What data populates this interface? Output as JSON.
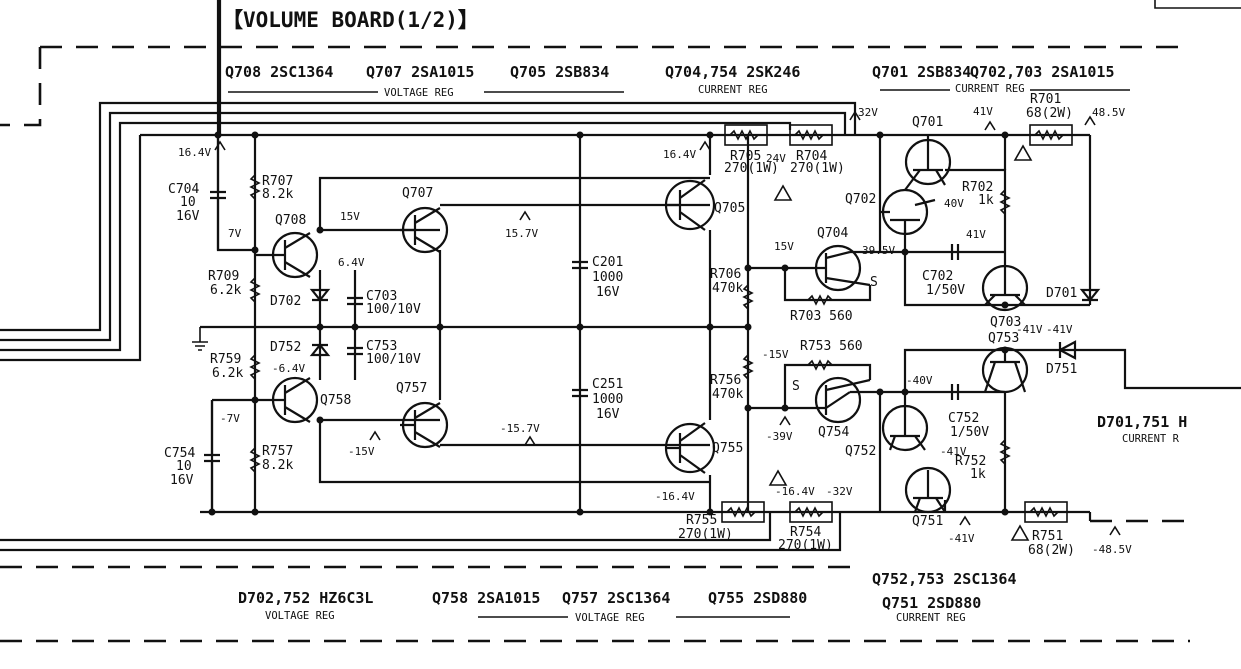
{
  "title": "【VOLUME BOARD(1/2)】",
  "headers": {
    "q708": "Q708 2SC1364",
    "q707": "Q707 2SA1015",
    "q705": "Q705 2SB834",
    "voltage_reg_top": "VOLTAGE REG",
    "q704_754": "Q704,754 2SK246",
    "current_reg_mid": "CURRENT REG",
    "q701": "Q701 2SB834",
    "q702_703": "Q702,703 2SA1015",
    "current_reg_right": "CURRENT REG",
    "d701_751": "D701,751 H",
    "current_reg_edge": "CURRENT R",
    "d702_752": "D702,752 HZ6C3L",
    "voltage_reg_left": "VOLTAGE REG",
    "q758": "Q758 2SA1015",
    "q757": "Q757 2SC1364",
    "q755": "Q755 2SD880",
    "voltage_reg_bottom": "VOLTAGE REG",
    "q752_753": "Q752,753 2SC1364",
    "q751": "Q751 2SD880",
    "current_reg_bottom": "CURRENT REG"
  },
  "components": {
    "c704": [
      "C704",
      "10",
      "16V"
    ],
    "r707": [
      "R707",
      "8.2k"
    ],
    "r709": [
      "R709",
      "6.2k"
    ],
    "r759": [
      "R759",
      "6.2k"
    ],
    "c754": [
      "C754",
      "10",
      "16V"
    ],
    "r757": [
      "R757",
      "8.2k"
    ],
    "q708": "Q708",
    "q707": "Q707",
    "q758": "Q758",
    "q757": "Q757",
    "d702": "D702",
    "d752": "D752",
    "c703": [
      "C703",
      "100/10V"
    ],
    "c753": [
      "C753",
      "100/10V"
    ],
    "c201": [
      "C201",
      "1000",
      "16V"
    ],
    "c251": [
      "C251",
      "1000",
      "16V"
    ],
    "q705": "Q705",
    "q755": "Q755",
    "r705": [
      "R705",
      "270(1W)"
    ],
    "r704": [
      "R704",
      "270(1W)"
    ],
    "r755": [
      "R755",
      "270(1W)"
    ],
    "r754": [
      "R754",
      "270(1W)"
    ],
    "r706": [
      "R706",
      "470k"
    ],
    "r756": [
      "R756",
      "470k"
    ],
    "q704": "Q704",
    "q754": "Q754",
    "r703": "R703 560",
    "r753": "R753 560",
    "q701": "Q701",
    "q702": "Q702",
    "q703": "Q703",
    "q751": "Q751",
    "q752": "Q752",
    "q753": "Q753",
    "r702": [
      "R702",
      "1k"
    ],
    "r752": [
      "R752",
      "1k"
    ],
    "c702": [
      "C702",
      "1/50V"
    ],
    "c752": [
      "C752",
      "1/50V"
    ],
    "r701": [
      "R701",
      "68(2W)"
    ],
    "r751": [
      "R751",
      "68(2W)"
    ],
    "d701": "D701",
    "d751": "D751",
    "s_top": "S",
    "s_bot": "S"
  },
  "voltages": {
    "v16_4_left": "16.4V",
    "v7": "7V",
    "v15_q708": "15V",
    "v6_4": "6.4V",
    "v15_7": "15.7V",
    "v16_4_q705": "16.4V",
    "v24": "24V",
    "v32": "32V",
    "v15_q704": "15V",
    "v39_5": "39.5V",
    "v41_top": "41V",
    "v40_top": "40V",
    "v41_mid": "41V",
    "v48_5": "48.5V",
    "vm6_4": "-6.4V",
    "vm7": "-7V",
    "vm15": "-15V",
    "vm15_7": "-15.7V",
    "vm15_q754": "-15V",
    "vm39": "-39V",
    "vm40": "-40V",
    "vm41": "-41V",
    "vm41_q752": "-41V",
    "vm41_q751": "-41V",
    "vm41_d751": "-41V",
    "vm16_4_a": "-16.4V",
    "vm16_4_b": "-16.4V",
    "vm32": "-32V",
    "vm48_5": "-48.5V"
  },
  "colors": {
    "ink": "#111111",
    "paper": "#ffffff"
  }
}
